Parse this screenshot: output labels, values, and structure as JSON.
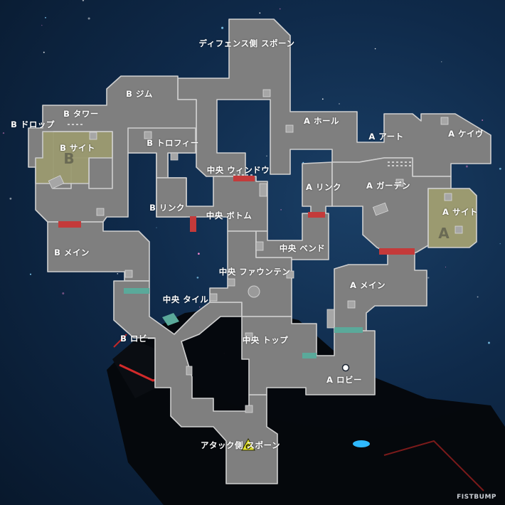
{
  "map": {
    "callouts": {
      "defender_spawn": "ディフェンス側 スポーン",
      "b_gym": "B ジム",
      "b_tower": "B タワー",
      "b_drop": "B ドロップ",
      "b_site": "B サイト",
      "b_trophy": "B トロフィー",
      "b_link": "B リンク",
      "b_main": "B メイン",
      "b_lobby": "B ロビー",
      "mid_window": "中央 ウィンドウ",
      "mid_bottom": "中央 ボトム",
      "mid_bend": "中央 ベンド",
      "mid_fountain": "中央 ファウンテン",
      "mid_tile": "中央 タイル",
      "mid_top": "中央 トップ",
      "a_hall": "A ホール",
      "a_art": "A アート",
      "a_cave": "A ケイヴ",
      "a_link": "A リンク",
      "a_garden": "A ガーデン",
      "a_site": "A サイト",
      "a_main": "A メイン",
      "a_lobby": "A ロビー",
      "attacker_spawn": "アタック側 スポーン"
    },
    "site_letters": {
      "a": "A",
      "b": "B"
    },
    "watermark": "FISTBUMP",
    "colors": {
      "floor": "#7f7f7f",
      "floor_edge": "#cfcfcf",
      "site_zone": "#9b9a70",
      "door_red": "#c43a3a",
      "door_teal": "#5aa99a",
      "cover_box": "#a6a6a6",
      "spawn_icon": "#e6e62a",
      "sky_top": "#0f2a4a"
    },
    "icons": [
      "attacker-spawn-icon",
      "fountain-icon",
      "orb-icon",
      "star-icon"
    ]
  }
}
